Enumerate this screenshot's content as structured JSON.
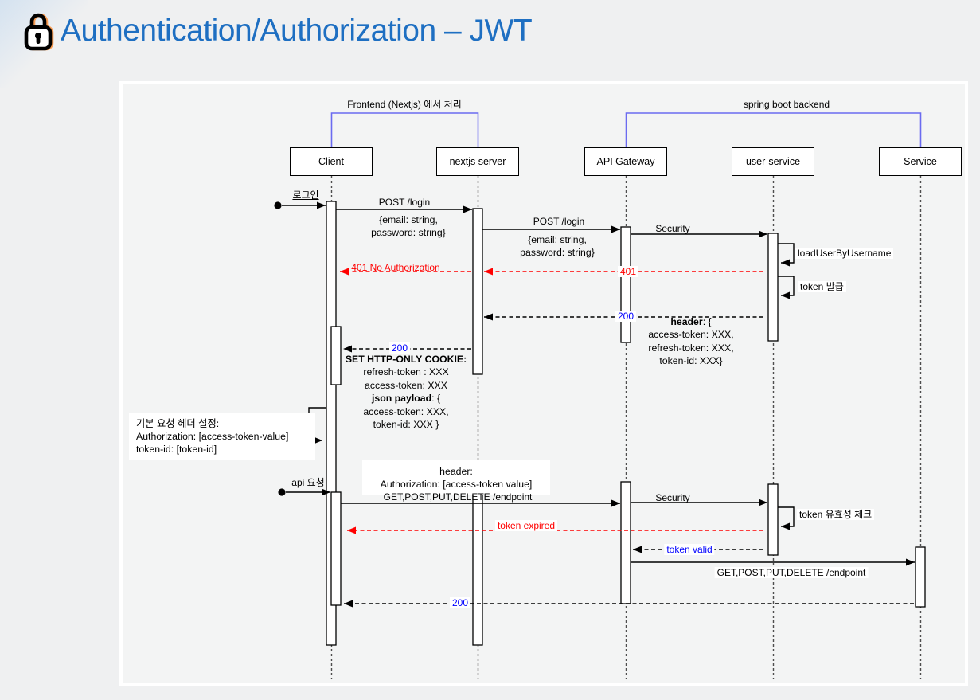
{
  "page": {
    "title": "Authentication/Authorization – JWT"
  },
  "colors": {
    "title_blue": "#1e6fc2",
    "bracket_blue": "#6b6bf0",
    "error_red": "#ff0000",
    "status_blue": "#0000ff",
    "panel_border": "#ffffff"
  },
  "groups": {
    "frontend": "Frontend (Nextjs) 에서 처리",
    "backend": "spring boot backend"
  },
  "participants": [
    {
      "label": "Client"
    },
    {
      "label": "nextjs server"
    },
    {
      "label": "API Gateway"
    },
    {
      "label": "user-service"
    },
    {
      "label": "Service"
    }
  ],
  "messages": {
    "login_trigger": "로그인",
    "post_login_client": "POST /login",
    "post_login_client_body1": "{email: string,",
    "post_login_client_body2": "password: string}",
    "post_login_gateway": "POST /login",
    "post_login_gateway_body1": "{email: string,",
    "post_login_gateway_body2": "password: string}",
    "security_login": "Security",
    "load_user": "loadUserByUsername",
    "unauthorized_full": "401 No Authorization",
    "unauthorized_code": "401",
    "token_issue": "token 발급",
    "ok_gateway": "200",
    "ok_client": "200",
    "api_request_trigger": "api 요청",
    "endpoint_request": "GET,POST,PUT,DELETE /endpoint",
    "security_check": "Security",
    "token_check": "token 유효성 체크",
    "token_expired": "token expired",
    "token_valid": "token valid",
    "endpoint_forward": "GET,POST,PUT,DELETE /endpoint",
    "ok_final": "200"
  },
  "notes": {
    "token_header": {
      "bold": "header",
      "rest": ": {",
      "line1": "access-token: XXX,",
      "line2": "refresh-token: XXX,",
      "line3": "token-id: XXX}"
    },
    "set_cookie": {
      "title": "SET HTTP-ONLY COOKIE:",
      "line1": "refresh-token : XXX",
      "line2": "access-token: XXX",
      "json_bold": "json payload",
      "json_rest": ": {",
      "line3": "access-token: XXX,",
      "line4": "token-id: XXX }"
    },
    "default_headers": {
      "line1": "기본 요청 헤더 설정:",
      "line2": "Authorization:  [access-token-value]",
      "line3": "token-id: [token-id]"
    },
    "request_header": {
      "line1": "header:",
      "line2": "Authorization: [access-token value]"
    }
  }
}
